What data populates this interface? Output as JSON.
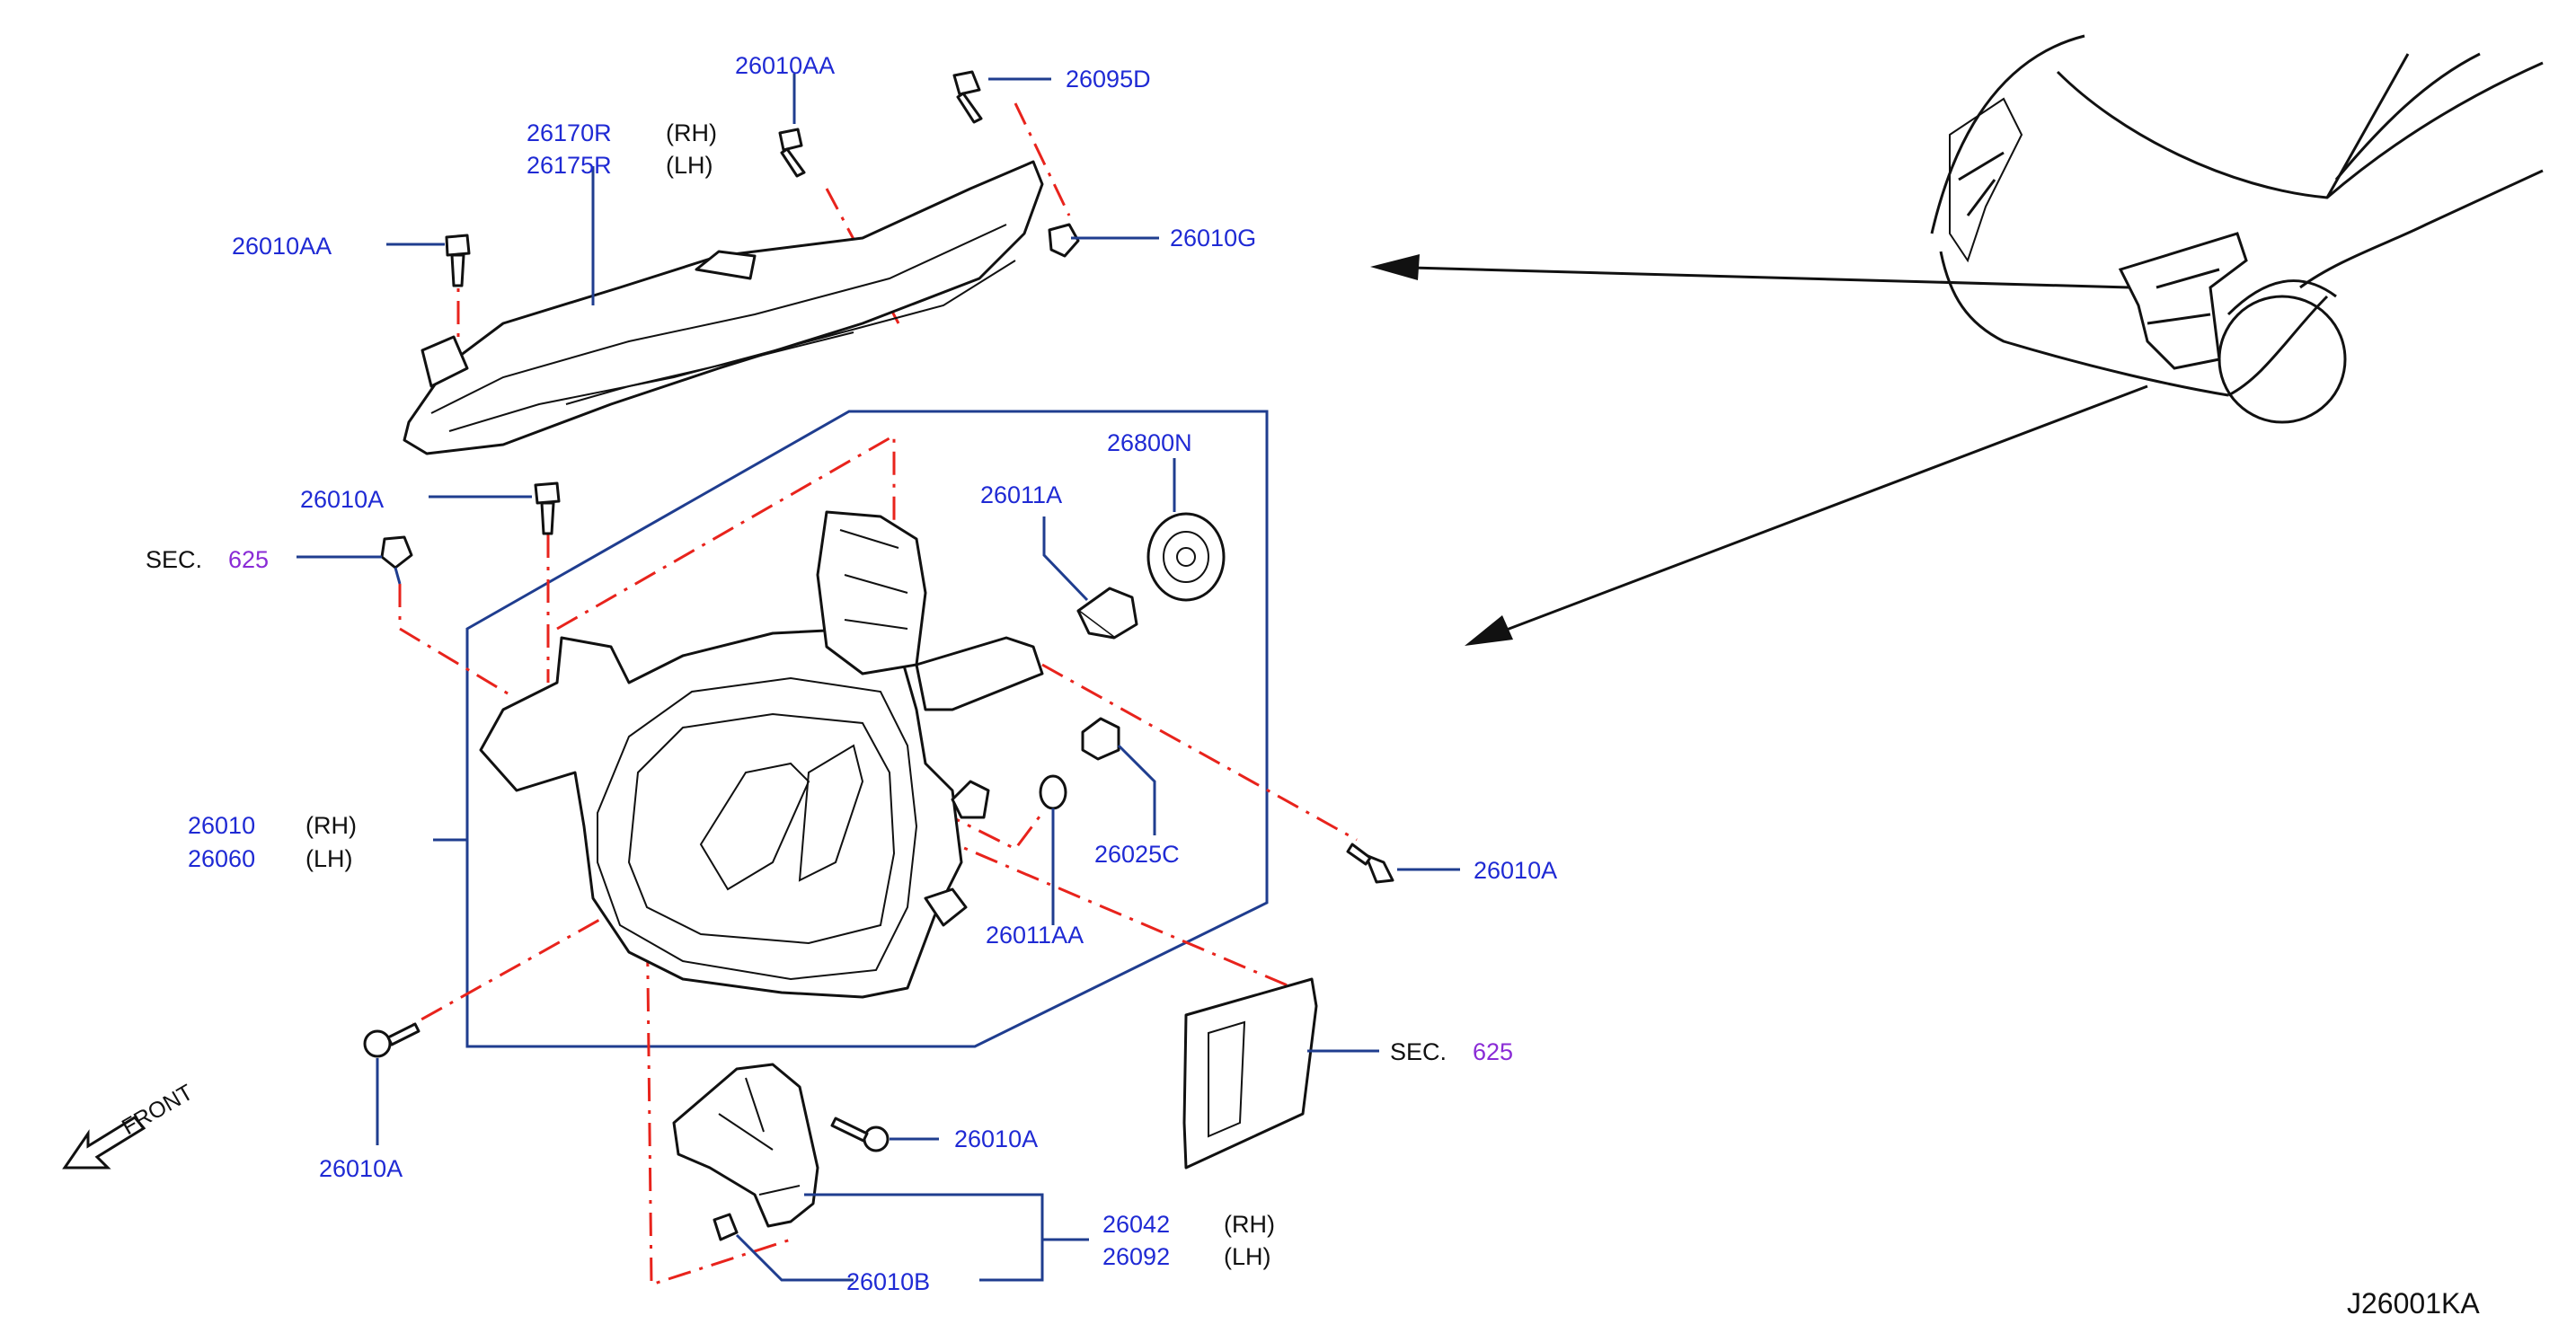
{
  "diagram_code": "J26001KA",
  "front_label": "FRONT",
  "sec_prefix": "SEC.",
  "sec_number": "625",
  "parts": {
    "p26010AA_top": "26010AA",
    "p26095D": "26095D",
    "p26170R": "26170R",
    "p26175R": "26175R",
    "rh": "(RH)",
    "lh": "(LH)",
    "p26010AA_left": "26010AA",
    "p26010G": "26010G",
    "p26010A_upper": "26010A",
    "p26800N": "26800N",
    "p26011A": "26011A",
    "p26010": "26010",
    "p26060": "26060",
    "p26025C": "26025C",
    "p26010A_right": "26010A",
    "p26011AA": "26011AA",
    "p26010A_bottom": "26010A",
    "p26010A_bracket": "26010A",
    "p26042": "26042",
    "p26092": "26092",
    "p26010B": "26010B"
  },
  "colors": {
    "label": "#1f2ad4",
    "leader": "#1f3d8f",
    "phantom": "#e8231c",
    "sec_number": "#8a2bd6"
  }
}
